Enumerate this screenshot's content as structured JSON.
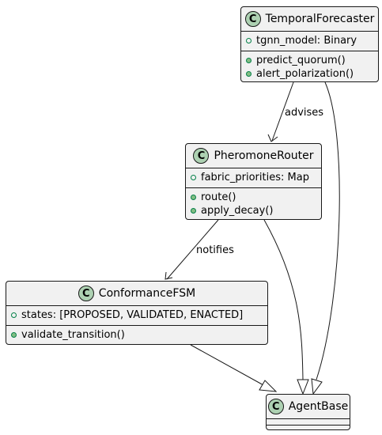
{
  "classes": {
    "temporal_forecaster": {
      "name": "TemporalForecaster",
      "badge": "C",
      "fields": [
        "tgnn_model: Binary"
      ],
      "methods": [
        "predict_quorum()",
        "alert_polarization()"
      ]
    },
    "pheromone_router": {
      "name": "PheromoneRouter",
      "badge": "C",
      "fields": [
        "fabric_priorities: Map"
      ],
      "methods": [
        "route()",
        "apply_decay()"
      ]
    },
    "conformance_fsm": {
      "name": "ConformanceFSM",
      "badge": "C",
      "fields": [
        "states: [PROPOSED, VALIDATED, ENACTED]"
      ],
      "methods": [
        "validate_transition()"
      ]
    },
    "agent_base": {
      "name": "AgentBase",
      "badge": "C",
      "fields": [],
      "methods": []
    }
  },
  "edges": {
    "advises": "advises",
    "notifies": "notifies"
  },
  "colors": {
    "box_fill": "#f1f1f1",
    "badge_fill": "#add1b2",
    "line": "#181818",
    "visibility_public": "#84be84"
  }
}
